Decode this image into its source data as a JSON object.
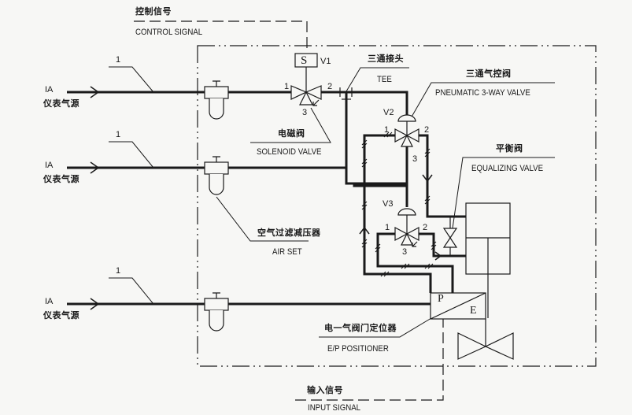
{
  "control_signal": {
    "cn": "控制信号",
    "en": "CONTROL SIGNAL"
  },
  "input_signal": {
    "cn": "输入信号",
    "en": "INPUT SIGNAL"
  },
  "sources": [
    {
      "tag": "IA",
      "cn": "仪表气源",
      "line_no": "1"
    },
    {
      "tag": "IA",
      "cn": "仪表气源",
      "line_no": "1"
    },
    {
      "tag": "IA",
      "cn": "仪表气源",
      "line_no": "1"
    }
  ],
  "components": {
    "v1": {
      "id": "V1",
      "symbol": "S",
      "cn": "电磁阀",
      "en": "SOLENOID VALVE",
      "ports": [
        "1",
        "2",
        "3"
      ]
    },
    "tee": {
      "cn": "三通接头",
      "en": "TEE"
    },
    "v2": {
      "id": "V2",
      "cn": "三通气控阀",
      "en": "PNEUMATIC 3-WAY VALVE",
      "ports": [
        "1",
        "2",
        "3"
      ]
    },
    "v3": {
      "id": "V3",
      "ports": [
        "1",
        "2",
        "3"
      ]
    },
    "equalizing": {
      "cn": "平衡阀",
      "en": "EQUALIZING VALVE"
    },
    "air_set": {
      "cn": "空气过滤减压器",
      "en": "AIR SET"
    },
    "positioner": {
      "cn": "电一气阀门定位器",
      "en": "E/P POSITIONER",
      "p": "P",
      "e": "E"
    }
  }
}
